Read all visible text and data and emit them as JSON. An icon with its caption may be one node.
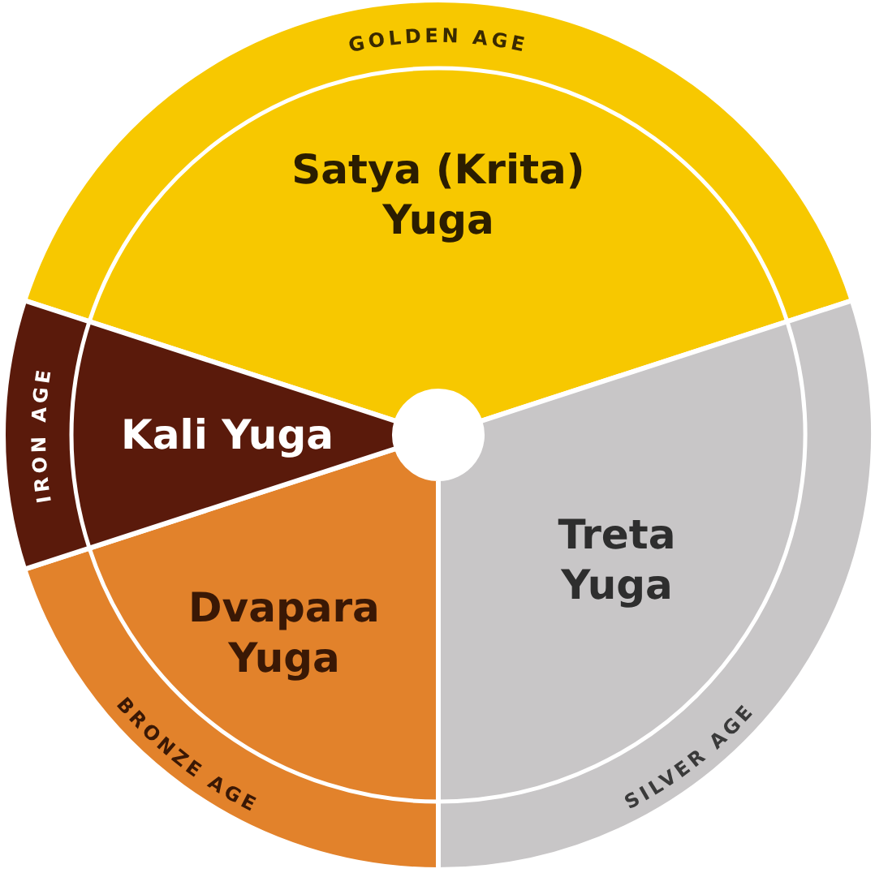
{
  "diagram": {
    "nodes": [
      {
        "text": [
          "GOLDEN AGE",
          "Satya (Krita) Yuga"
        ]
      },
      {
        "text": [
          "Treta Yuga",
          "SILVER AGE"
        ]
      },
      {
        "text": [
          "Dvapara Yuga",
          "BRONZE AGE"
        ]
      },
      {
        "text": [
          "IRON AGE",
          "Kali Yuga"
        ]
      }
    ],
    "edges": []
  }
}
